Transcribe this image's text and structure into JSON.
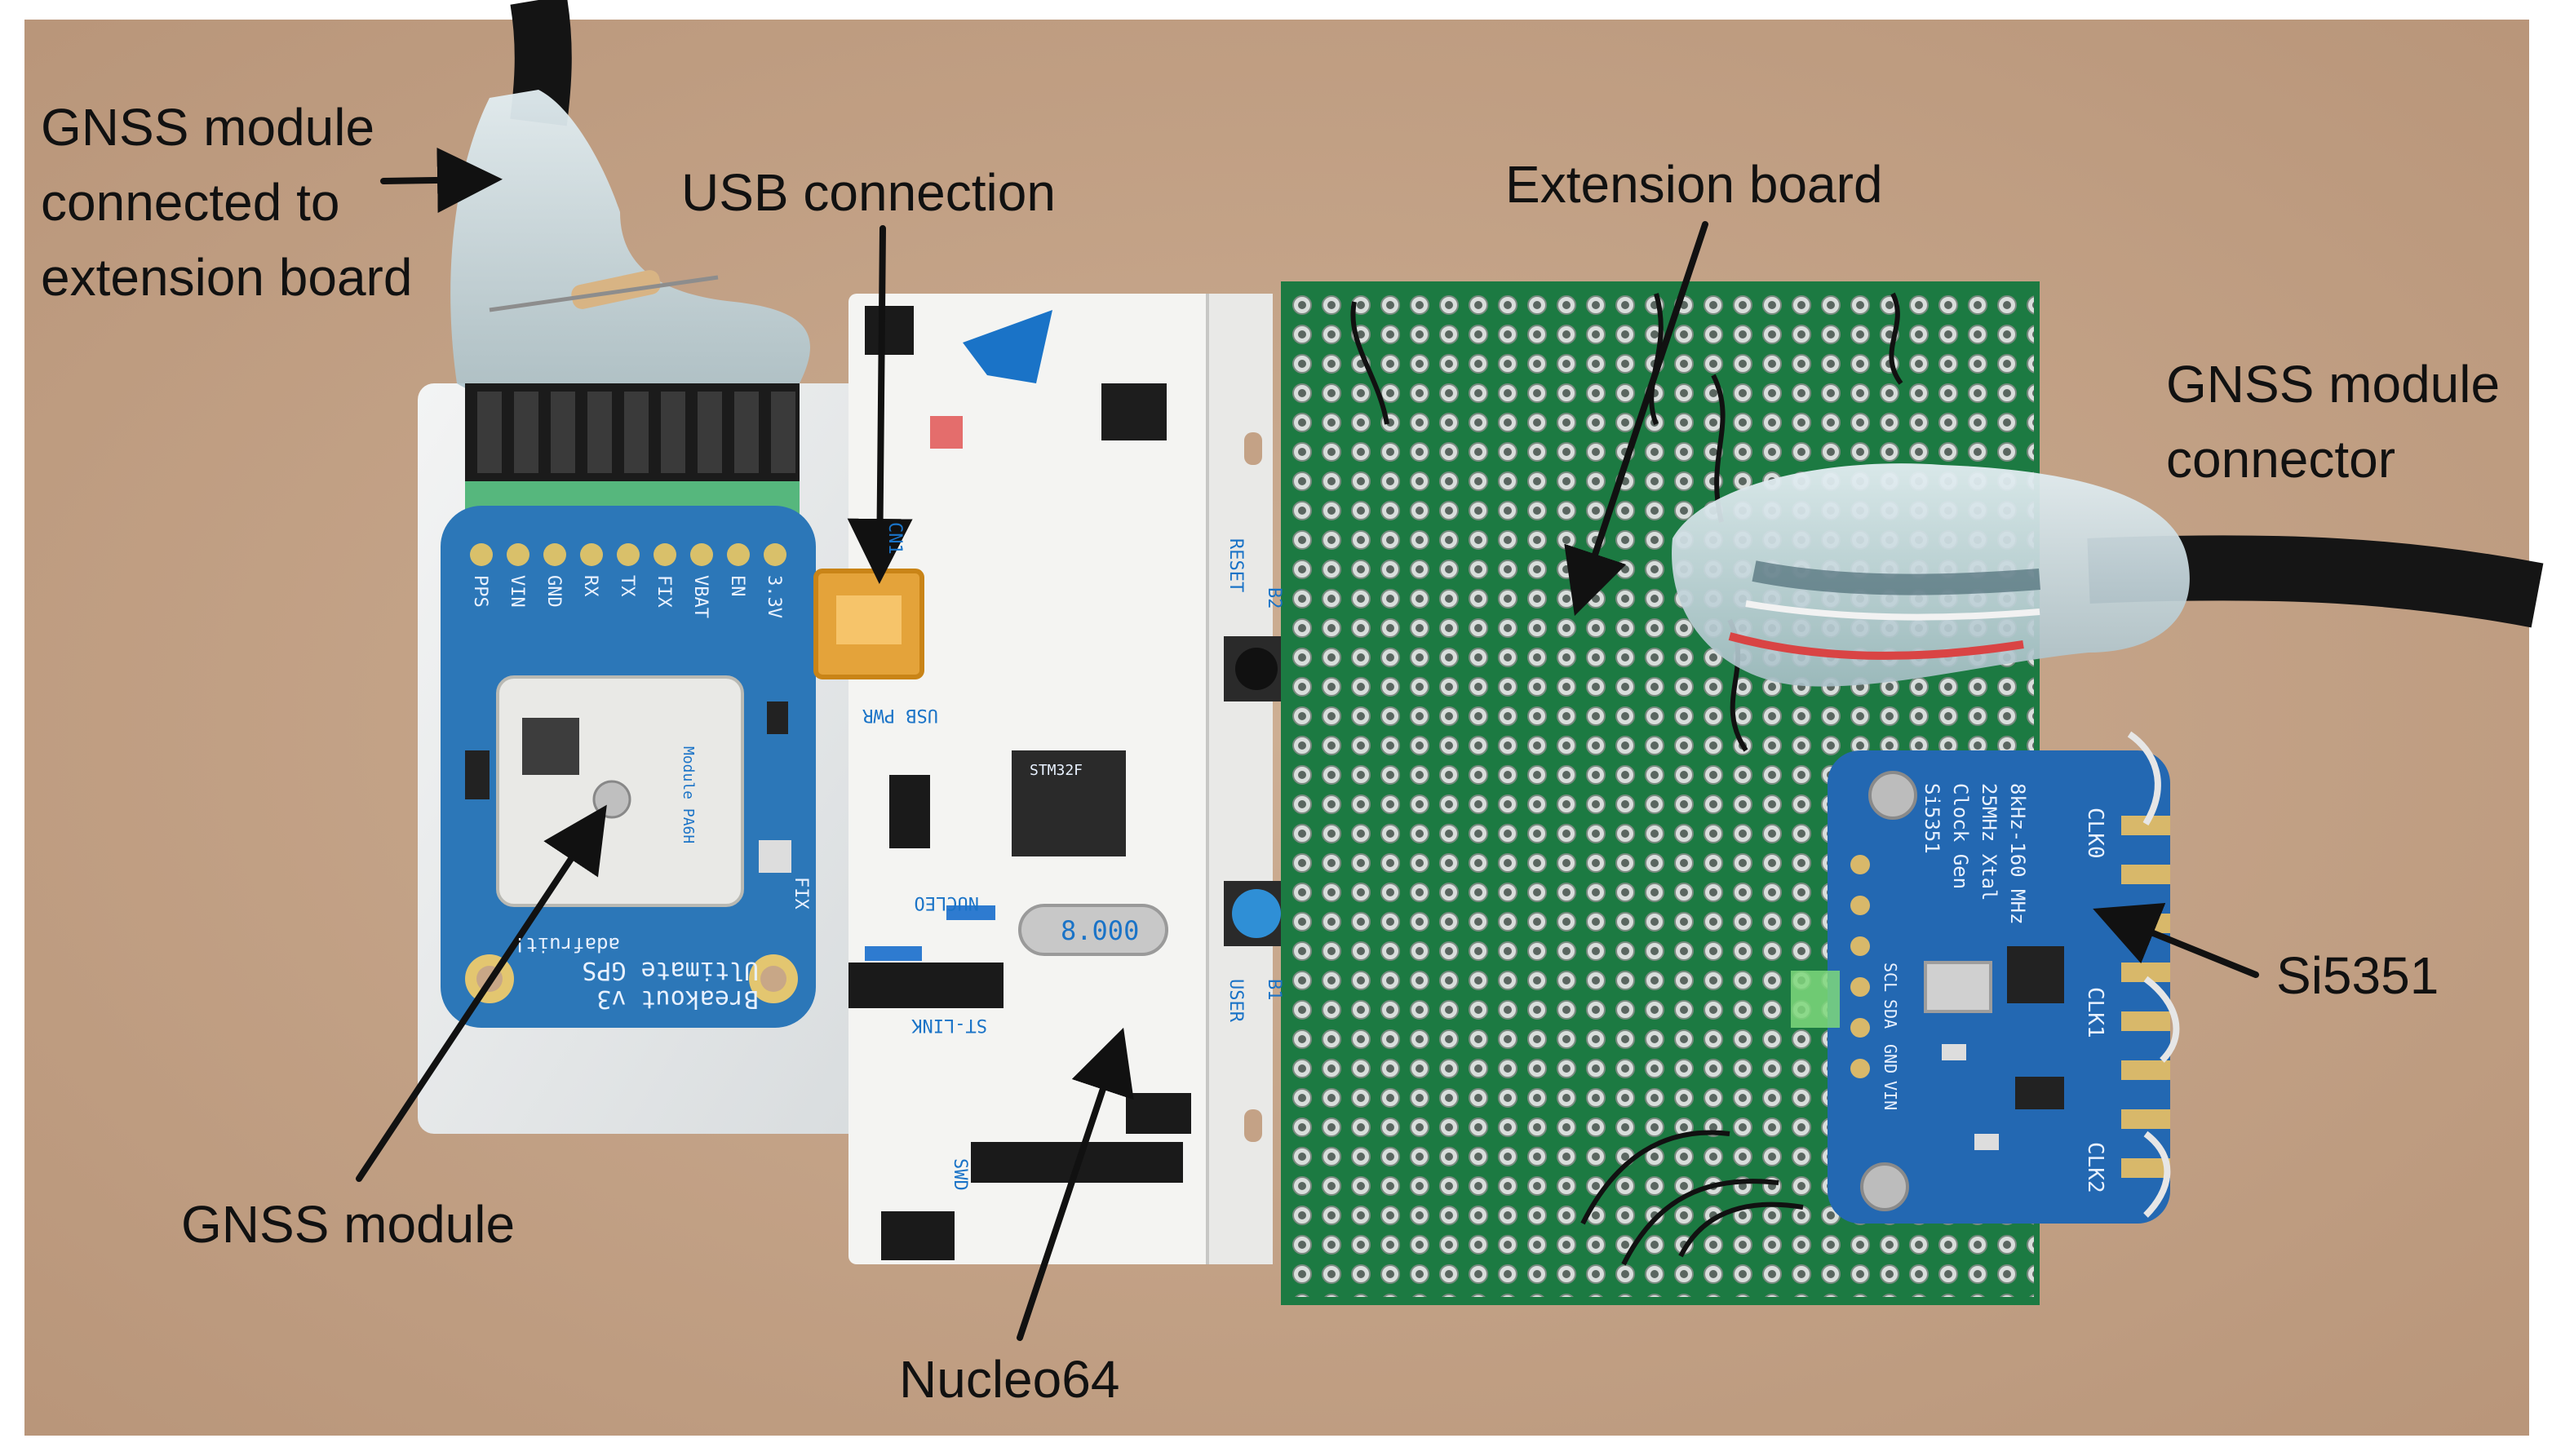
{
  "labels": {
    "gnss_connected": [
      "GNSS module",
      "connected to",
      "extension board"
    ],
    "usb": "USB connection",
    "extension_board": "Extension board",
    "gnss_connector": [
      "GNSS module",
      "connector"
    ],
    "si5351": "Si5351",
    "gnss_module": "GNSS module",
    "nucleo": "Nucleo64"
  },
  "board_text": {
    "gps_breakout": [
      "Ultimate GPS",
      "Breakout v3"
    ],
    "gps_brand": "adafruit!",
    "gps_pins": [
      "PPS",
      "VIN",
      "GND",
      "RX",
      "TX",
      "FIX",
      "VBAT",
      "EN",
      "3.3V"
    ],
    "gps_module_marking": "Module PA6H",
    "gps_fix": "FIX",
    "si_title": [
      "Si5351",
      "Clock Gen",
      "25MHz Xtal",
      "8kHz-160 MHz"
    ],
    "si_clk": [
      "CLK0",
      "CLK1",
      "CLK2"
    ],
    "si_pins": [
      "SCL",
      "SDA",
      "GND",
      "VIN"
    ],
    "crystal": "8.000",
    "nucleo_marks": [
      "USB PWR",
      "ST-LINK",
      "NUCLEO",
      "RESET",
      "USER",
      "B1",
      "B2",
      "CN1",
      "SWD",
      "STM32F"
    ]
  },
  "colors": {
    "background": "#c4a286",
    "perfboard": "#1c7a42",
    "nucleo_white": "#f4f4f2",
    "gps_blue": "#2c77b8",
    "si_blue": "#2368b2",
    "arrow": "#111111"
  }
}
